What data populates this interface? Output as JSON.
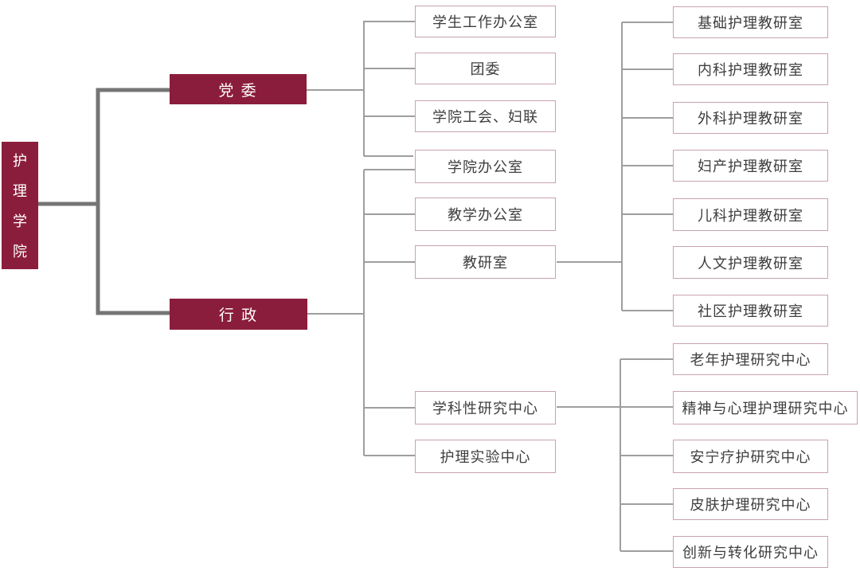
{
  "colors": {
    "accent_maroon": "#8b1d3c",
    "thick_line_gray": "#757575",
    "thin_line_gray": "#9e9e9e",
    "box_border_rose": "#c8a2ac",
    "box_text_gray": "#3e3e3e"
  },
  "root": {
    "label": "护理学院"
  },
  "level1": {
    "party": {
      "label": "党 委"
    },
    "admin": {
      "label": "行 政"
    }
  },
  "level2": {
    "party_children": [
      "学生工作办公室",
      "团委",
      "学院工会、妇联"
    ],
    "shared_child": "学院办公室",
    "admin_children": [
      "教学办公室",
      "教研室",
      "学科性研究中心",
      "护理实验中心"
    ]
  },
  "level3": {
    "teaching_sections": [
      "基础护理教研室",
      "内科护理教研室",
      "外科护理教研室",
      "妇产护理教研室",
      "儿科护理教研室",
      "人文护理教研室",
      "社区护理教研室"
    ],
    "research_centers": [
      "老年护理研究中心",
      "精神与心理护理研究中心",
      "安宁疗护研究中心",
      "皮肤护理研究中心",
      "创新与转化研究中心"
    ]
  }
}
